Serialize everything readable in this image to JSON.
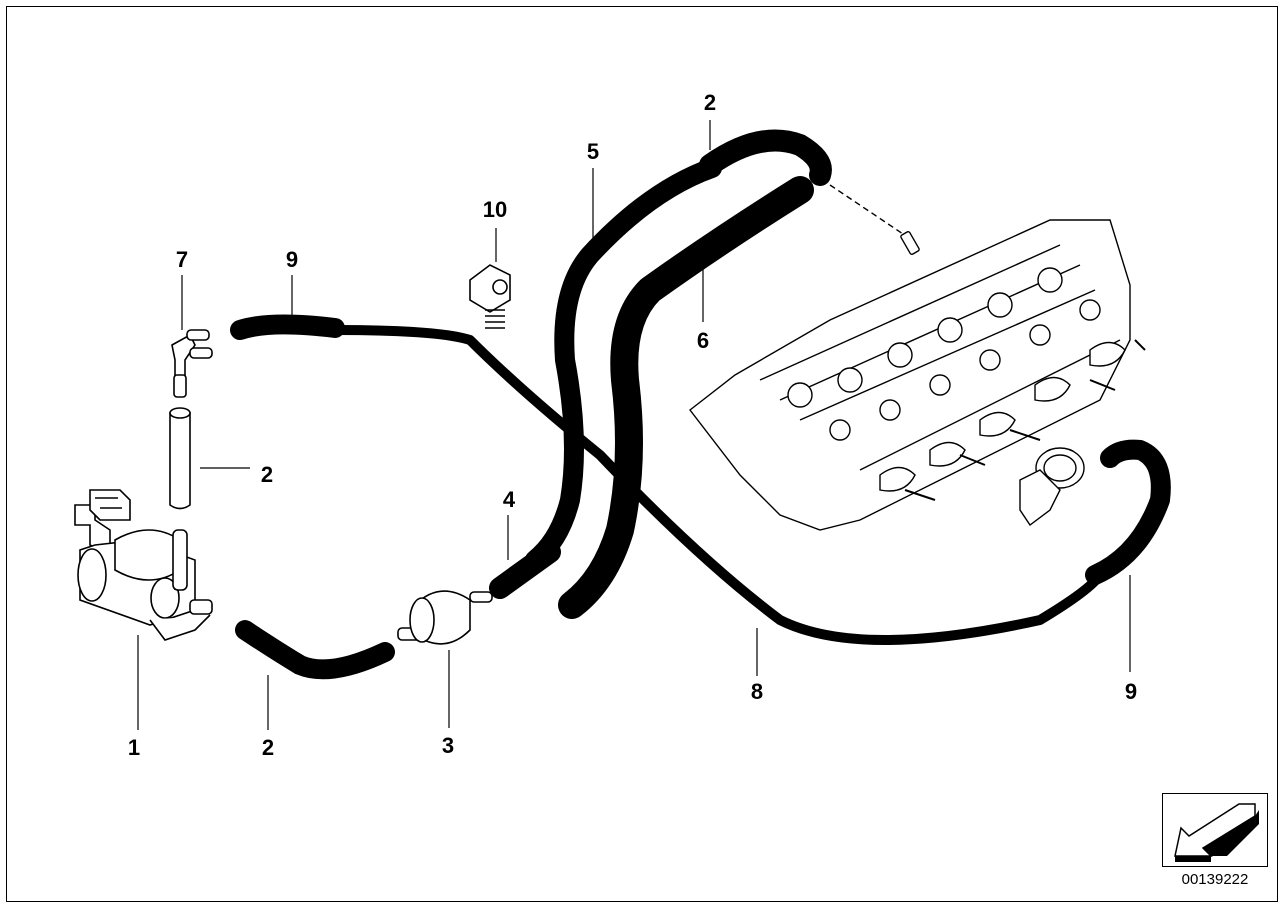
{
  "diagram": {
    "id_code": "00139222",
    "callouts": [
      {
        "key": "c1",
        "text": "1"
      },
      {
        "key": "c2a",
        "text": "2"
      },
      {
        "key": "c2b",
        "text": "2"
      },
      {
        "key": "c2c",
        "text": "2"
      },
      {
        "key": "c3",
        "text": "3"
      },
      {
        "key": "c4",
        "text": "4"
      },
      {
        "key": "c5",
        "text": "5"
      },
      {
        "key": "c6",
        "text": "6"
      },
      {
        "key": "c7",
        "text": "7"
      },
      {
        "key": "c8",
        "text": "8"
      },
      {
        "key": "c9a",
        "text": "9"
      },
      {
        "key": "c9b",
        "text": "9"
      },
      {
        "key": "c10",
        "text": "10"
      }
    ],
    "colors": {
      "line": "#000000",
      "background": "#ffffff"
    },
    "nav_icon": "arrow-down-left-icon"
  }
}
